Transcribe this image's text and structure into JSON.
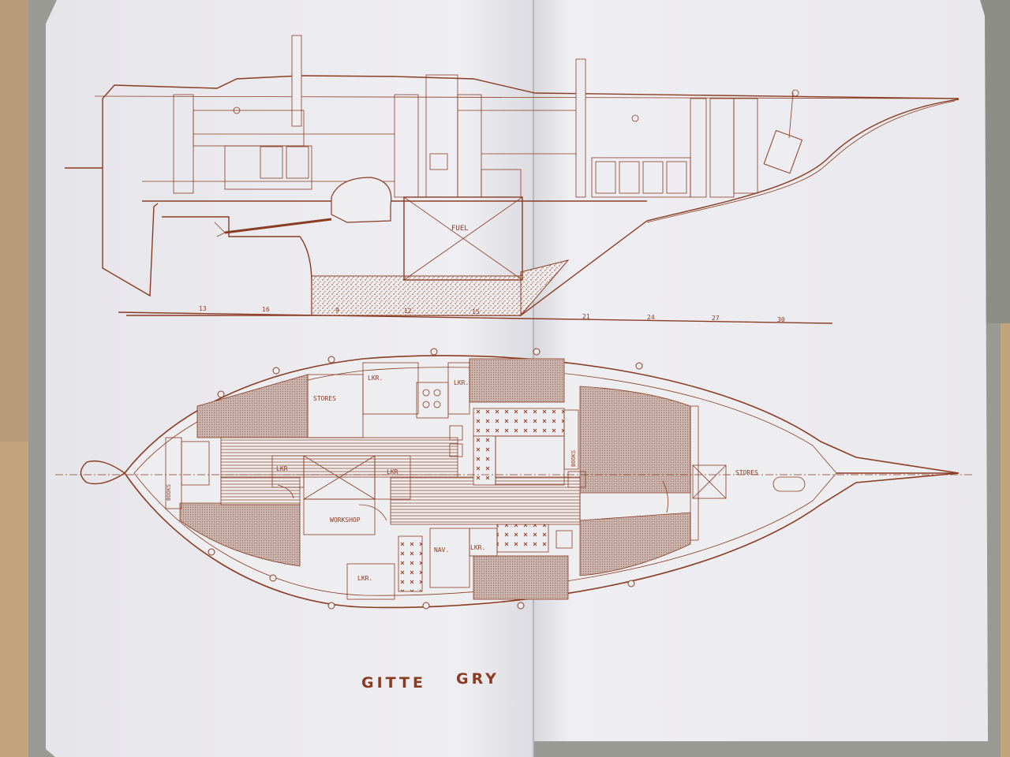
{
  "photo": {
    "subject": "open book showing sailboat plan drawings",
    "colors": {
      "ink": "#8a3c22",
      "paper": "#eeedf0",
      "cover": "#9a9a94",
      "table": "#b79c78"
    }
  },
  "drawing": {
    "title_left": "GITTE",
    "title_right": "GRY",
    "section_labels": {
      "fuel": "FUEL"
    },
    "scale_numbers": [
      "13",
      "16",
      "9",
      "12",
      "15",
      "21",
      "24",
      "27",
      "30"
    ],
    "plan_labels": {
      "stores_port": "STORES",
      "lkr_top": "LKR.",
      "lkr_top2": "LKR.",
      "lkr_mid1": "LKR",
      "lkr_mid2": "LKR",
      "workshop": "WORKSHOP",
      "books_left": "BOOKS",
      "books_right": "BOOKS",
      "nav": "NAV.",
      "lkr_bottom1": "LKR.",
      "lkr_bottom2": "LKR.",
      "stores_bow": "STORES"
    }
  }
}
